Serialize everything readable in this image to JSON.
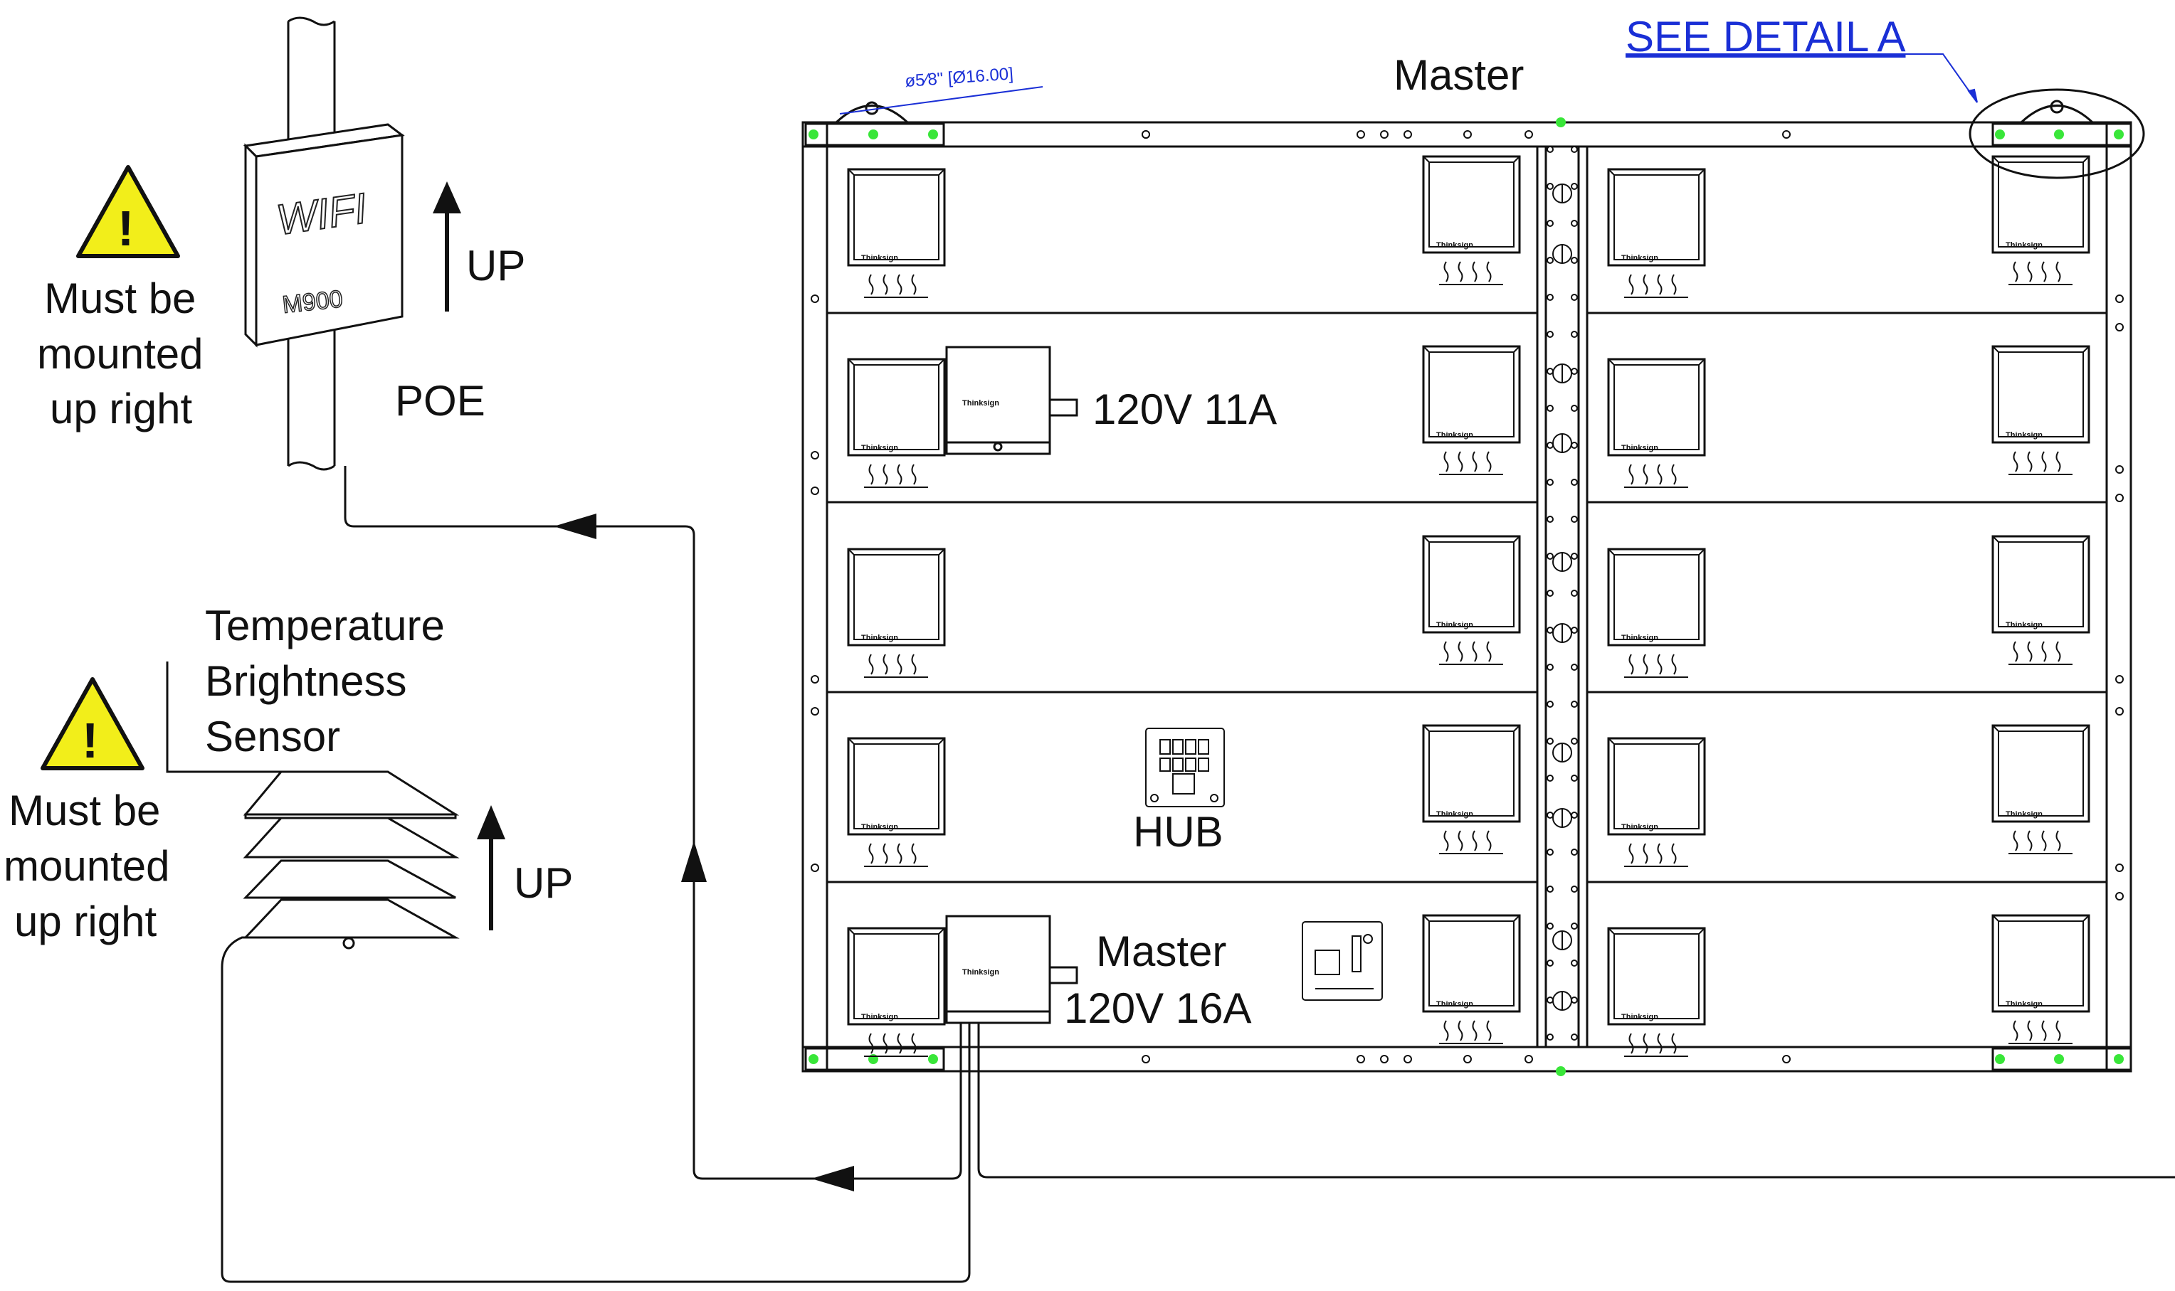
{
  "labels": {
    "master_top": "Master",
    "see_detail": "SEE DETAIL A",
    "dimension": "ø5⁄8\" [Ø16.00]",
    "power_supply_1": "120V 11A",
    "master_ps_line1": "Master",
    "master_ps_line2": "120V 16A",
    "hub": "HUB",
    "wifi_up": "UP",
    "sensor_up": "UP",
    "poe": "POE",
    "sensor_line1": "Temperature",
    "sensor_line2": "Brightness",
    "sensor_line3": "Sensor",
    "wifi_text": "WIFI",
    "wifi_model": "M900",
    "brand": "Thinksign"
  },
  "warnings": [
    {
      "line1": "Must be",
      "line2": "mounted",
      "line3": "up right"
    },
    {
      "line1": "Must be",
      "line2": "mounted",
      "line3": "up right"
    }
  ],
  "colors": {
    "line": "#111111",
    "accent_link": "#1a2fd6",
    "fastener": "#39e639",
    "warning_fill": "#f2ee1a"
  },
  "layout_summary": {
    "rows": 5,
    "columns": 2,
    "modules_per_row_per_column": 2
  }
}
